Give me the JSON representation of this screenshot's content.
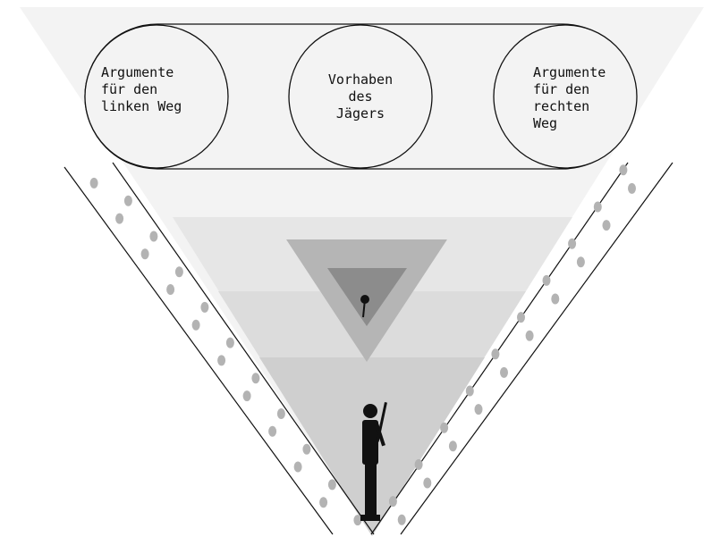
{
  "circles": {
    "left": {
      "lines": [
        "Argumente",
        "für den",
        "linken Weg"
      ]
    },
    "center": {
      "lines": [
        "Vorhaben",
        "des",
        "Jägers"
      ]
    },
    "right": {
      "lines": [
        "Argumente",
        "für den",
        "rechten",
        "Weg"
      ]
    }
  },
  "colors": {
    "background": "#ffffff",
    "funnel_top": "#f3f3f3",
    "funnel_band_light": "#e6e6e6",
    "funnel_band_mid": "#dcdcdc",
    "funnel_band_dark": "#cfcfcf",
    "inner_triangle": "#b5b5b5",
    "inner_triangle_small": "#8c8c8c",
    "outline": "#111111",
    "stone": "#b3b3b3",
    "hunter": "#111111"
  },
  "icons": {
    "hunter": "hunter-silhouette-icon",
    "target": "target-dot-icon"
  }
}
